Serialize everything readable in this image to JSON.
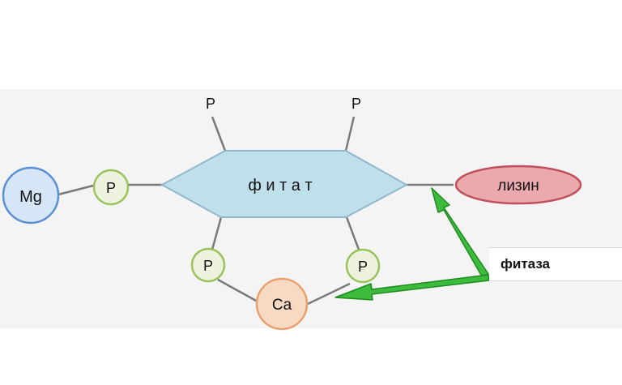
{
  "nodes": {
    "phytate": "ф и т а т",
    "mg": "Mg",
    "ca": "Ca",
    "lysine": "лизин",
    "p_left": "P",
    "p_top_left": "P",
    "p_top_right": "P",
    "p_bottom_left": "P",
    "p_bottom_right": "P"
  },
  "callout": {
    "phytase": "фитаза"
  },
  "colors": {
    "phytate_fill": "#bfdfea",
    "phytate_stroke": "#8fb8cc",
    "mg_fill": "#d6e6f7",
    "mg_stroke": "#5b8fd6",
    "p_fill": "#edf3de",
    "p_stroke": "#9bc25a",
    "ca_fill": "#f7d9c4",
    "ca_stroke": "#e8a070",
    "lysine_fill": "#eba8ad",
    "lysine_stroke": "#c0505a",
    "arrow": "#3dbb3d",
    "arrow_stroke": "#1e8c1e",
    "bond": "#7a7a7a"
  }
}
